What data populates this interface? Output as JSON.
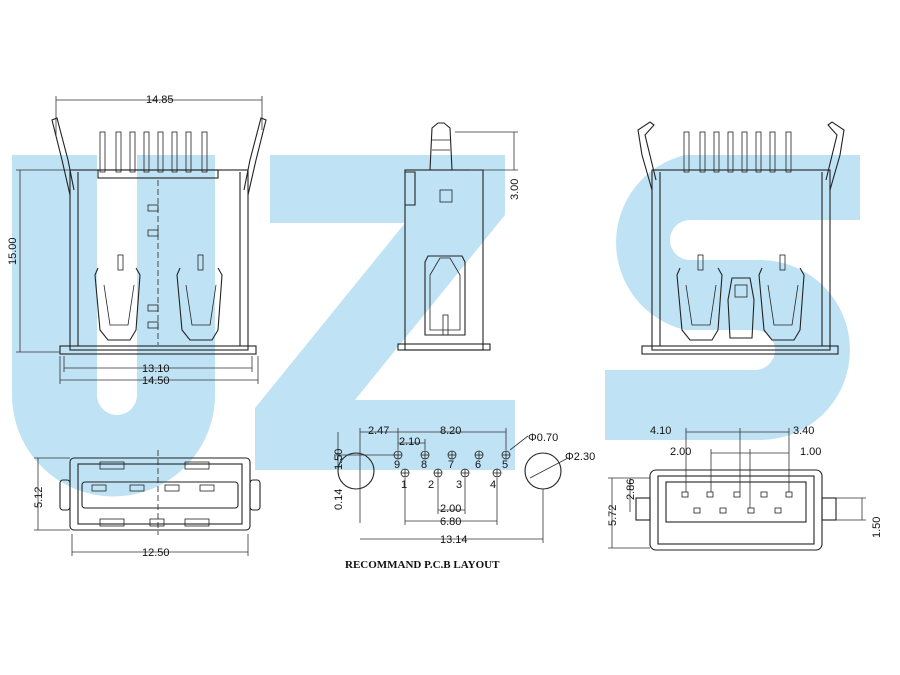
{
  "watermark": {
    "text": "UZS",
    "color": "#bfe3f5"
  },
  "caption": "RECOMMAND P.C.B LAYOUT",
  "front_view": {
    "width_top": "14.85",
    "height": "15.00",
    "inner_width": "13.10",
    "outer_width": "14.50"
  },
  "side_view": {
    "tab_height": "3.00"
  },
  "bottom_view": {
    "height": "5.12",
    "width": "12.50"
  },
  "pcb_layout": {
    "d_left": "2.47",
    "d_top": "8.20",
    "d_pitch": "2.10",
    "d_hole_small": "Φ0.70",
    "d_hole_large": "Φ2.30",
    "d_vert": "1.50",
    "d_offset": "0.14",
    "d_pair": "2.00",
    "d_span": "6.80",
    "d_total": "13.14",
    "pins": [
      "9",
      "8",
      "7",
      "6",
      "5",
      "1",
      "2",
      "3",
      "4"
    ]
  },
  "end_view": {
    "d1": "4.10",
    "d2": "3.40",
    "d3": "2.00",
    "d4": "1.00",
    "h1": "5.72",
    "h2": "2.86",
    "h3": "1.50"
  }
}
